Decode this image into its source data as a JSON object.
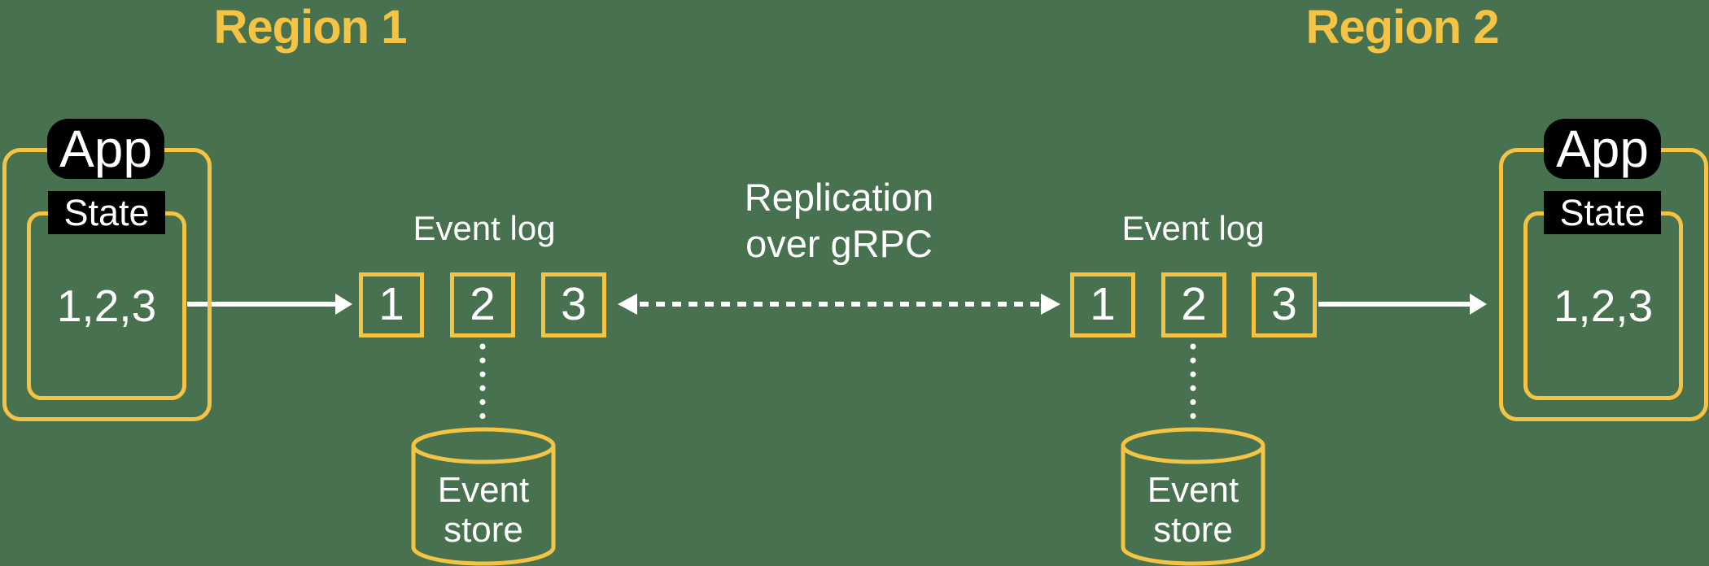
{
  "colors": {
    "background": "#48714F",
    "accent_yellow": "#F6C445",
    "label_black": "#000000",
    "text_white": "#FFFFFF"
  },
  "regions": [
    {
      "title": "Region 1",
      "app": {
        "label": "App",
        "state_label": "State",
        "state_value": "1,2,3"
      },
      "event_log": {
        "label": "Event log",
        "entries": [
          "1",
          "2",
          "3"
        ]
      },
      "event_store": {
        "line1": "Event",
        "line2": "store"
      }
    },
    {
      "title": "Region 2",
      "app": {
        "label": "App",
        "state_label": "State",
        "state_value": "1,2,3"
      },
      "event_log": {
        "label": "Event log",
        "entries": [
          "1",
          "2",
          "3"
        ]
      },
      "event_store": {
        "line1": "Event",
        "line2": "store"
      }
    }
  ],
  "replication": {
    "line1": "Replication",
    "line2": "over gRPC"
  }
}
